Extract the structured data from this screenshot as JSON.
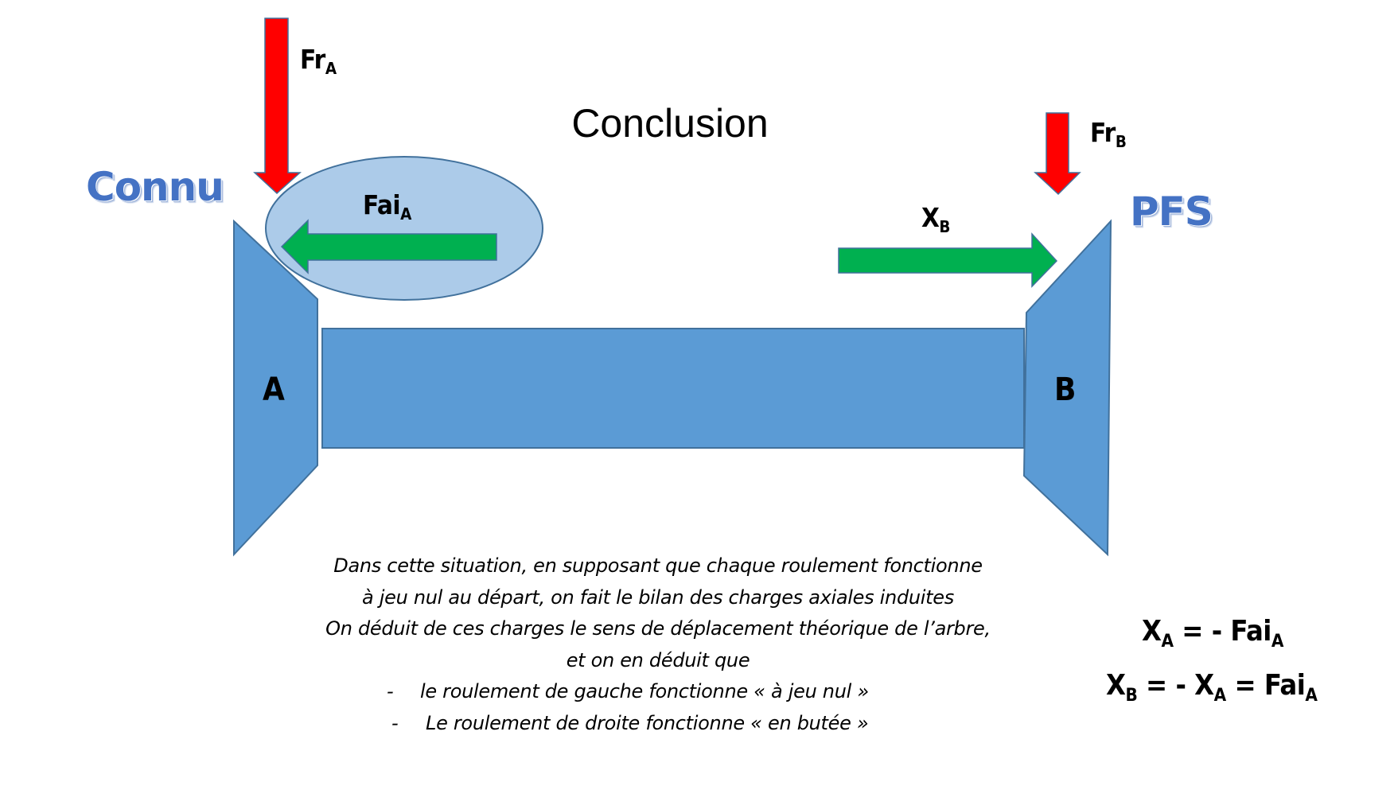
{
  "title": "Conclusion",
  "annotations": {
    "known": "Connu",
    "pfs": "PFS"
  },
  "bearings": {
    "left": "A",
    "right": "B"
  },
  "forces": {
    "radial_a": {
      "base": "Fr",
      "sub": "A"
    },
    "radial_b": {
      "base": "Fr",
      "sub": "B"
    },
    "induced_axial_a": {
      "base": "Fai",
      "sub": "A"
    },
    "axial_b": {
      "base": "X",
      "sub": "B"
    }
  },
  "colors": {
    "radial_force": "#FF0000",
    "axial_force": "#00B050",
    "shaft_fill": "#5B9BD5",
    "shaft_stroke": "#41719C",
    "highlight_ellipse": "#A9C8E8",
    "annotation_text": "#4472C4"
  },
  "paragraph": {
    "lines": [
      "Dans cette situation, en supposant que chaque roulement fonctionne",
      "à jeu nul au départ, on fait le bilan des charges axiales induites",
      "On déduit de ces charges le sens de déplacement théorique de l’arbre,",
      "et on en déduit que"
    ],
    "bullets": [
      "le roulement de gauche fonctionne « à jeu nul »",
      "Le roulement de droite fonctionne « en butée »"
    ],
    "bullet_marker": "-"
  },
  "equations": {
    "eq1": {
      "lhs": "X",
      "lhs_sub": "A",
      "op1": " = - ",
      "rhs": "Fai",
      "rhs_sub": "A"
    },
    "eq2": {
      "lhs": "X",
      "lhs_sub": "B",
      "op1": " = - ",
      "mid": "X",
      "mid_sub": "A",
      "op2": " = ",
      "rhs": "Fai",
      "rhs_sub": "A"
    }
  }
}
